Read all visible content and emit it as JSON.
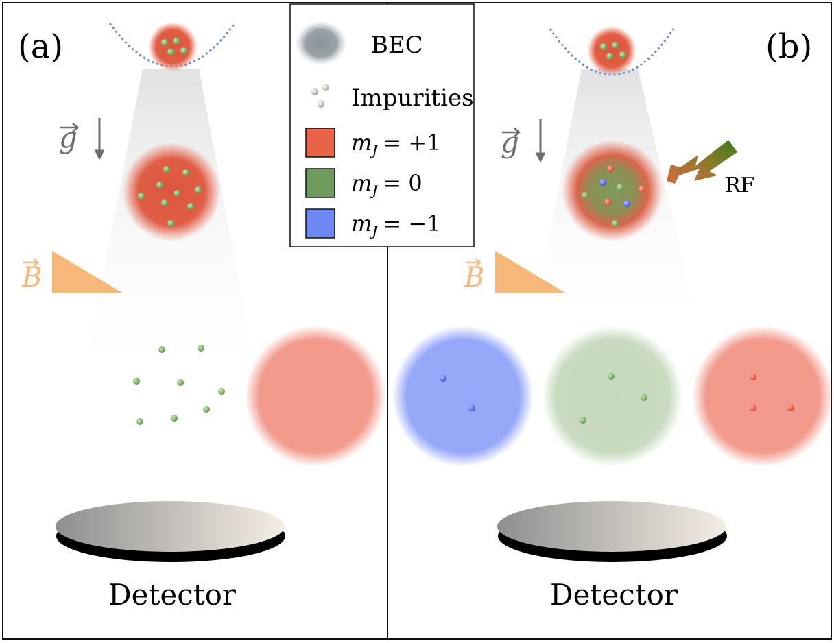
{
  "panels": {
    "a": {
      "label": "(a)",
      "detector_label": "Detector"
    },
    "b": {
      "label": "(b)",
      "detector_label": "Detector",
      "rf_label": "RF"
    }
  },
  "symbols": {
    "gravity_symbol": "g",
    "field_symbol": "B"
  },
  "legend": {
    "items": [
      {
        "text": "BEC",
        "swatch": "bec"
      },
      {
        "text": "Impurities",
        "swatch": "impurities"
      },
      {
        "text": "= +1",
        "symbol": "m",
        "subscript": "J",
        "swatch": "plus1"
      },
      {
        "text": "= 0",
        "symbol": "m",
        "subscript": "J",
        "swatch": "zero"
      },
      {
        "text": "= −1",
        "symbol": "m",
        "subscript": "J",
        "swatch": "minus1"
      }
    ]
  },
  "colors": {
    "plus1": "#e8634a",
    "zero": "#6f9a5e",
    "minus1": "#6f86f5",
    "bec": "#8d969a",
    "field": "#f5b77a",
    "gravity": "#6d6d6d",
    "trap": "#6f8fc9",
    "rf_arrow": "#3f7a1e"
  }
}
